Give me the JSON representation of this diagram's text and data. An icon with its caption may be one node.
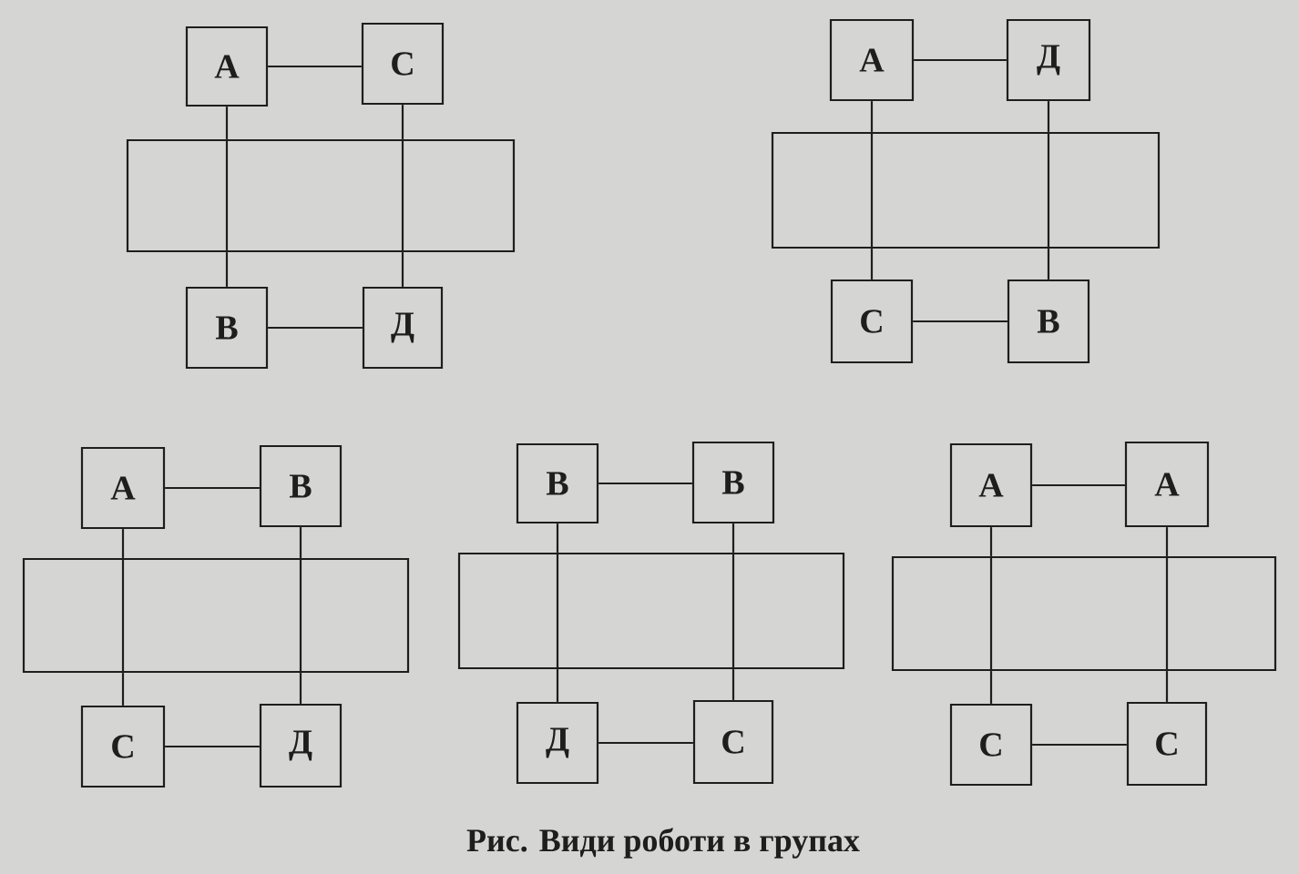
{
  "diagram": {
    "caption": "Рис. Види роботи в групах",
    "nodes": [
      {
        "text": [
          "А"
        ]
      },
      {
        "text": [
          "С"
        ]
      },
      {
        "text": [],
        "shape": "box"
      },
      {
        "text": [
          "В"
        ]
      },
      {
        "text": [
          "Д"
        ]
      },
      {
        "text": [
          "А"
        ]
      },
      {
        "text": [
          "Д"
        ]
      },
      {
        "text": [],
        "shape": "box"
      },
      {
        "text": [
          "С"
        ]
      },
      {
        "text": [
          "В"
        ]
      },
      {
        "text": [
          "А"
        ]
      },
      {
        "text": [
          "В"
        ]
      },
      {
        "text": [],
        "shape": "box"
      },
      {
        "text": [
          "С"
        ]
      },
      {
        "text": [
          "Д"
        ]
      },
      {
        "text": [
          "В"
        ]
      },
      {
        "text": [
          "В"
        ]
      },
      {
        "text": [],
        "shape": "box"
      },
      {
        "text": [
          "Д"
        ]
      },
      {
        "text": [
          "С"
        ]
      },
      {
        "text": [
          "А"
        ]
      },
      {
        "text": [
          "А"
        ]
      },
      {
        "text": [],
        "shape": "box"
      },
      {
        "text": [
          "С"
        ]
      },
      {
        "text": [
          "С"
        ]
      }
    ],
    "edges": [
      {
        "from": 0,
        "to": 1,
        "arrow": "none"
      },
      {
        "from": 0,
        "to": 2,
        "arrow": "none"
      },
      {
        "from": 1,
        "to": 2,
        "arrow": "none"
      },
      {
        "from": 2,
        "to": 3,
        "arrow": "none"
      },
      {
        "from": 2,
        "to": 4,
        "arrow": "none"
      },
      {
        "from": 3,
        "to": 4,
        "arrow": "none"
      },
      {
        "from": 5,
        "to": 6,
        "arrow": "none"
      },
      {
        "from": 5,
        "to": 7,
        "arrow": "none"
      },
      {
        "from": 6,
        "to": 7,
        "arrow": "none"
      },
      {
        "from": 7,
        "to": 8,
        "arrow": "none"
      },
      {
        "from": 7,
        "to": 9,
        "arrow": "none"
      },
      {
        "from": 8,
        "to": 9,
        "arrow": "none"
      },
      {
        "from": 10,
        "to": 11,
        "arrow": "none"
      },
      {
        "from": 10,
        "to": 12,
        "arrow": "none"
      },
      {
        "from": 11,
        "to": 12,
        "arrow": "none"
      },
      {
        "from": 12,
        "to": 13,
        "arrow": "none"
      },
      {
        "from": 12,
        "to": 14,
        "arrow": "none"
      },
      {
        "from": 13,
        "to": 14,
        "arrow": "none"
      },
      {
        "from": 15,
        "to": 16,
        "arrow": "none"
      },
      {
        "from": 15,
        "to": 17,
        "arrow": "none"
      },
      {
        "from": 16,
        "to": 17,
        "arrow": "none"
      },
      {
        "from": 17,
        "to": 18,
        "arrow": "none"
      },
      {
        "from": 17,
        "to": 19,
        "arrow": "none"
      },
      {
        "from": 18,
        "to": 19,
        "arrow": "none"
      },
      {
        "from": 20,
        "to": 21,
        "arrow": "none"
      },
      {
        "from": 20,
        "to": 22,
        "arrow": "none"
      },
      {
        "from": 21,
        "to": 22,
        "arrow": "none"
      },
      {
        "from": 22,
        "to": 23,
        "arrow": "none"
      },
      {
        "from": 22,
        "to": 24,
        "arrow": "none"
      },
      {
        "from": 23,
        "to": 24,
        "arrow": "none"
      }
    ]
  }
}
